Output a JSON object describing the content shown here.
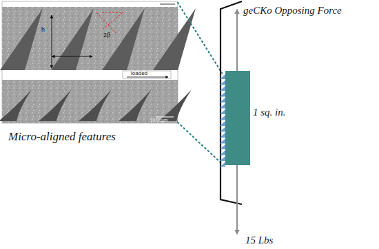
{
  "diagram": {
    "nodes": [
      {
        "text": [
          "1 sq. in."
        ]
      }
    ],
    "labels": [
      "geCKo Opposing Force",
      "15 Lbs",
      "Micro-aligned features",
      "h",
      "2β",
      "loaded",
      "10.00μm"
    ]
  }
}
